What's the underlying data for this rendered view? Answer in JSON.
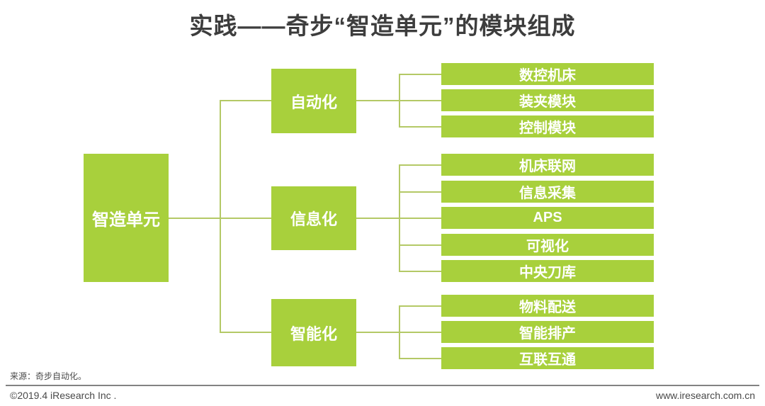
{
  "title": "实践——奇步“智造单元”的模块组成",
  "colors": {
    "bg": "#ffffff",
    "node_fill": "#a8d03c",
    "connector": "#b4c966",
    "title_text": "#3d3d3d",
    "footer_text": "#4a4a4a",
    "divider": "#828282"
  },
  "diagram": {
    "root": {
      "label": "智造单元"
    },
    "groups": [
      {
        "label": "自动化",
        "leaves": [
          "数控机床",
          "装夹模块",
          "控制模块"
        ]
      },
      {
        "label": "信息化",
        "leaves": [
          "机床联网",
          "信息采集",
          "APS",
          "可视化",
          "中央刀库"
        ]
      },
      {
        "label": "智能化",
        "leaves": [
          "物料配送",
          "智能排产",
          "互联互通"
        ]
      }
    ]
  },
  "footer": {
    "source": "来源：奇步自动化。",
    "copyright": "©2019.4 iResearch Inc .",
    "website": "www.iresearch.com.cn"
  }
}
